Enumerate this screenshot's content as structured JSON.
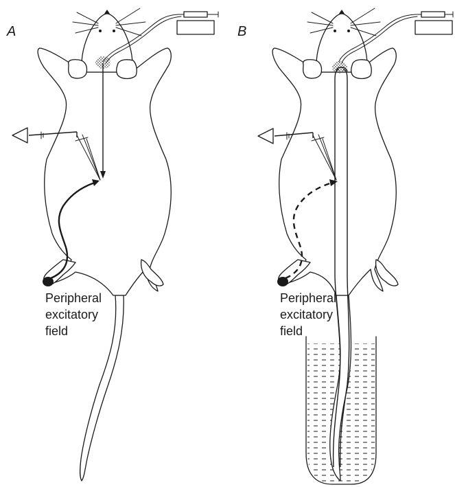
{
  "panels": [
    {
      "letter": "A",
      "label": [
        "Peripheral",
        "excitatory",
        "field"
      ]
    },
    {
      "letter": "B",
      "label": [
        "Peripheral",
        "excitatory",
        "field"
      ]
    }
  ]
}
